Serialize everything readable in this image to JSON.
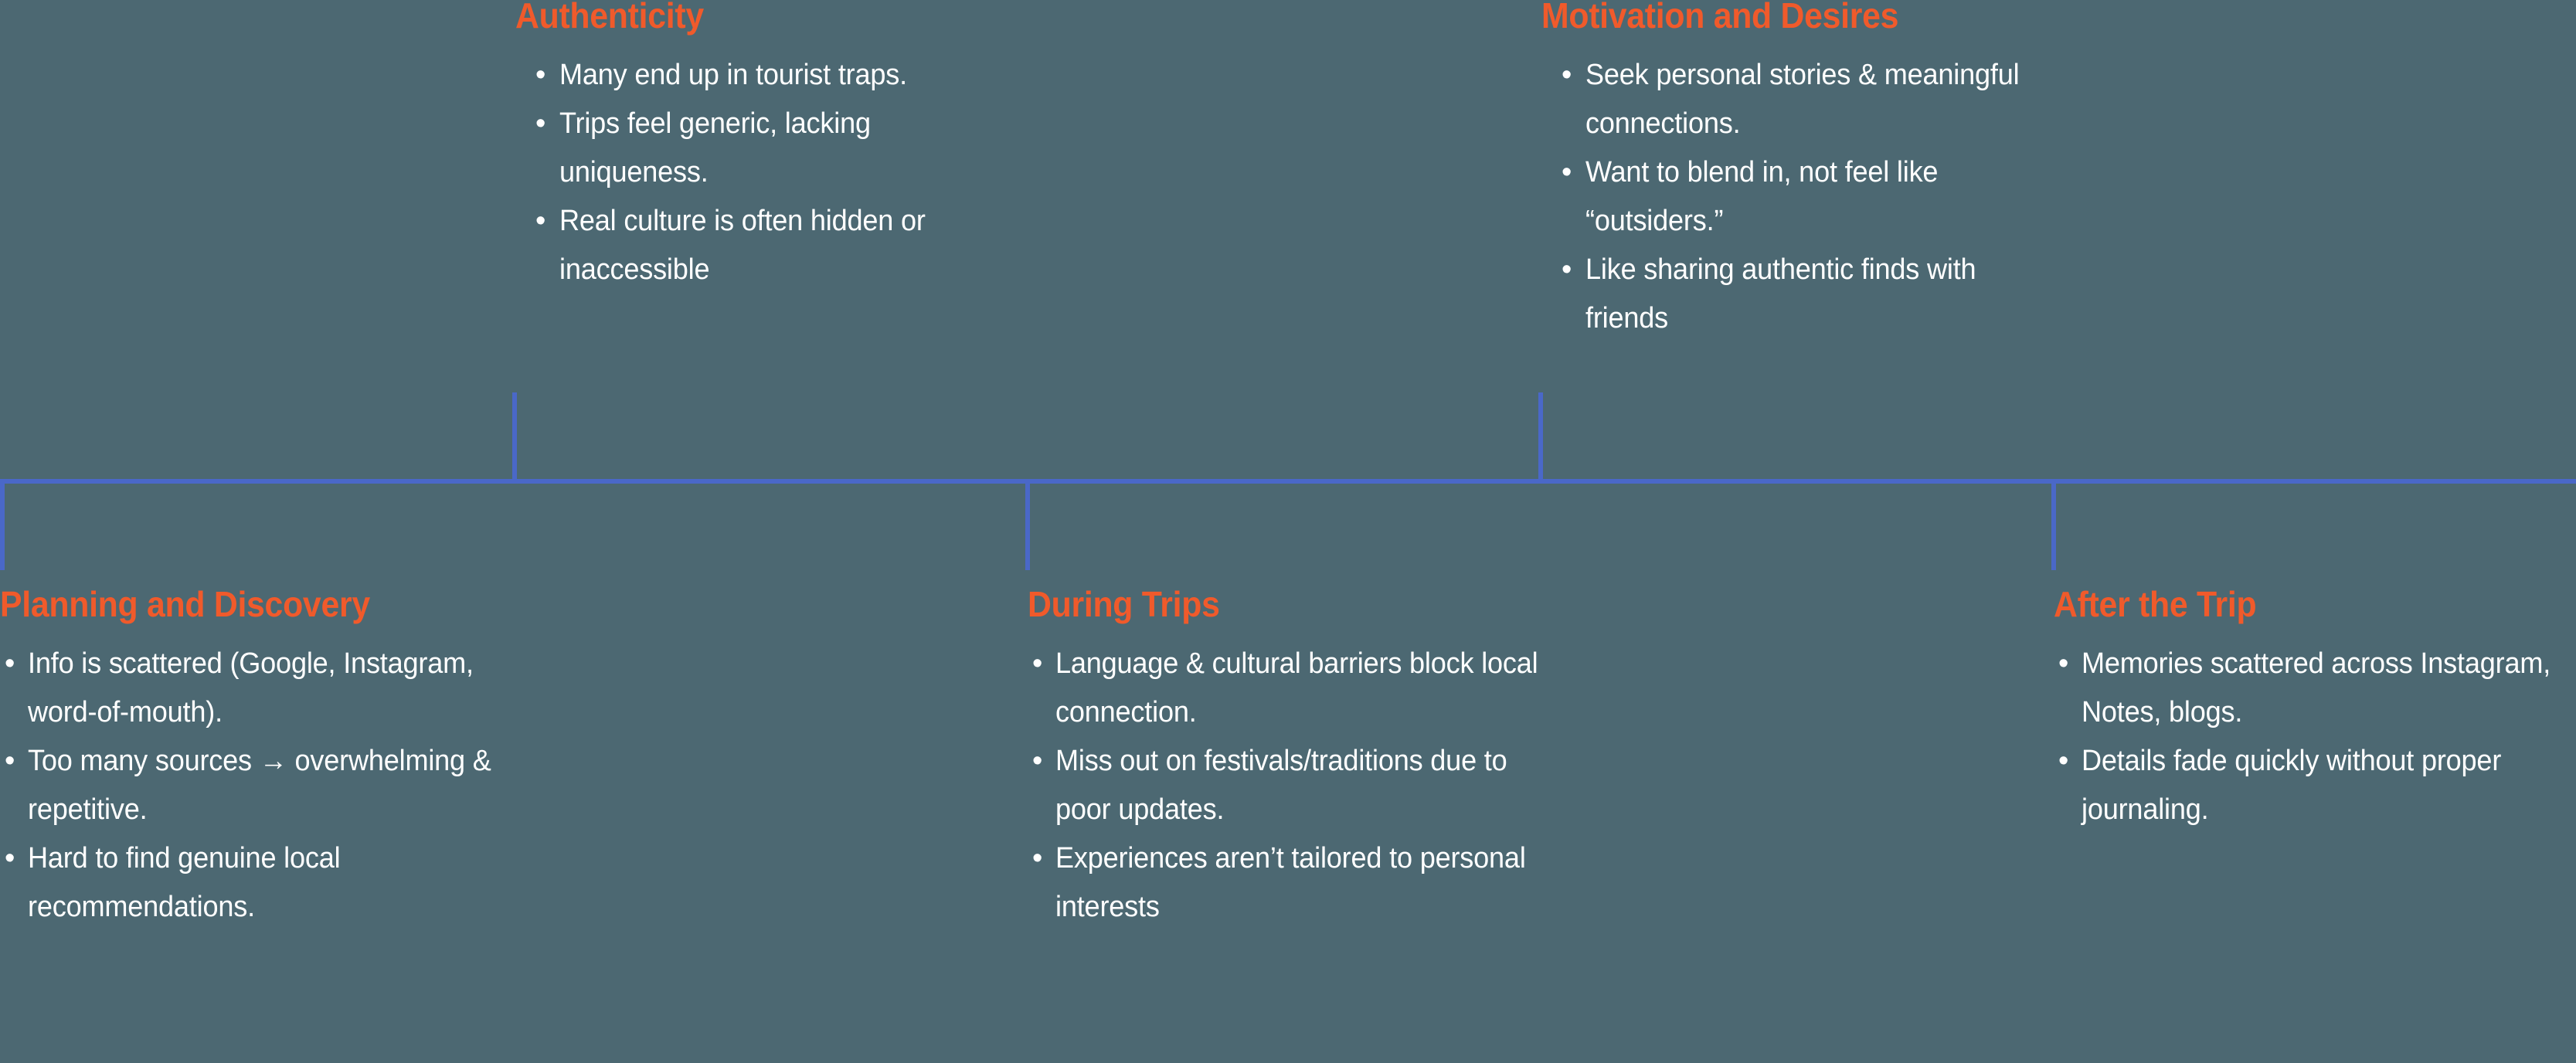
{
  "theme": {
    "background": "#4C6872",
    "heading_color": "#F05A2B",
    "body_color": "#FFFFFF",
    "timeline_color": "#4A68C8"
  },
  "bullet_glyph": "•",
  "sections": {
    "authenticity": {
      "title": "Authenticity",
      "bullets": [
        "Many end up in tourist traps.",
        "Trips feel generic, lacking uniqueness.",
        "Real culture is often hidden or inaccessible"
      ]
    },
    "motivation": {
      "title": "Motivation and Desires",
      "bullets": [
        "Seek personal stories & meaningful connections.",
        "Want to blend in, not feel like “outsiders.”",
        "Like sharing authentic finds with friends"
      ]
    },
    "planning": {
      "title": "Planning and Discovery",
      "bullets": [
        "Info is scattered (Google, Instagram, word-of-mouth).",
        "Too many sources → overwhelming & repetitive.",
        "Hard to find genuine local recommendations."
      ]
    },
    "during": {
      "title": "During Trips",
      "bullets": [
        "Language & cultural barriers block local connection.",
        "Miss out on festivals/traditions due to poor updates.",
        "Experiences aren’t tailored to personal interests"
      ]
    },
    "after": {
      "title": "After the Trip",
      "bullets": [
        "Memories scattered across Instagram, Notes, blogs.",
        "Details fade quickly without proper journaling."
      ]
    }
  }
}
